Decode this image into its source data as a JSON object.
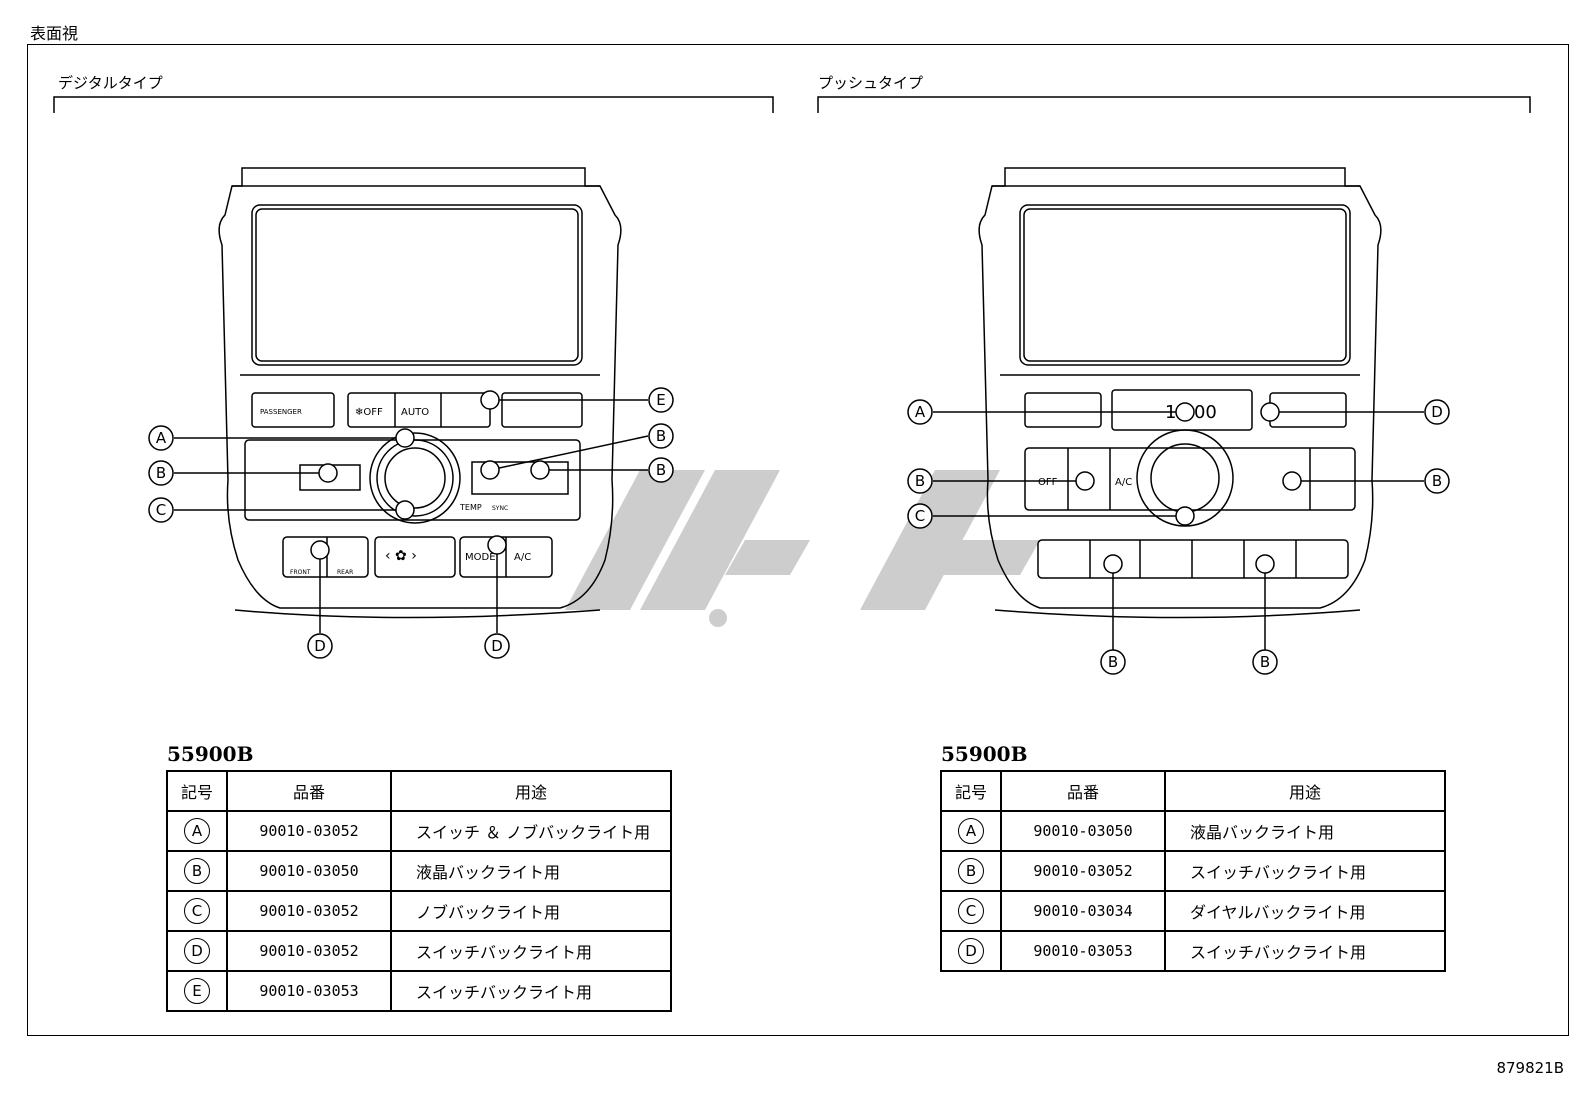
{
  "header": {
    "view_label": "表面視"
  },
  "sections": {
    "digital": {
      "title": "デジタルタイプ"
    },
    "push": {
      "title": "プッシュタイプ"
    }
  },
  "digital_panel": {
    "buttons": {
      "passenger": "PASSENGER",
      "fan_off": "❄OFF",
      "auto": "AUTO",
      "mode": "MODE",
      "ac": "A/C",
      "front": "FRONT",
      "rear": "REAR",
      "temp": "TEMP",
      "sync": "SYNC"
    },
    "callouts": [
      "A",
      "B",
      "C",
      "E",
      "B",
      "B",
      "D",
      "D"
    ]
  },
  "push_panel": {
    "buttons": {
      "off": "OFF",
      "ac": "A/C"
    },
    "display_text": "12:00",
    "callouts": [
      "A",
      "B",
      "C",
      "D",
      "B",
      "B",
      "B"
    ]
  },
  "tables": [
    {
      "part_label": "55900B",
      "headers": [
        "記号",
        "品番",
        "用途"
      ],
      "rows": [
        {
          "symbol": "A",
          "part_number": "90010-03052",
          "use": "スイッチ ＆ ノブバックライト用"
        },
        {
          "symbol": "B",
          "part_number": "90010-03050",
          "use": "液晶バックライト用"
        },
        {
          "symbol": "C",
          "part_number": "90010-03052",
          "use": "ノブバックライト用"
        },
        {
          "symbol": "D",
          "part_number": "90010-03052",
          "use": "スイッチバックライト用"
        },
        {
          "symbol": "E",
          "part_number": "90010-03053",
          "use": "スイッチバックライト用"
        }
      ]
    },
    {
      "part_label": "55900B",
      "headers": [
        "記号",
        "品番",
        "用途"
      ],
      "rows": [
        {
          "symbol": "A",
          "part_number": "90010-03050",
          "use": "液晶バックライト用"
        },
        {
          "symbol": "B",
          "part_number": "90010-03052",
          "use": "スイッチバックライト用"
        },
        {
          "symbol": "C",
          "part_number": "90010-03034",
          "use": "ダイヤルバックライト用"
        },
        {
          "symbol": "D",
          "part_number": "90010-03053",
          "use": "スイッチバックライト用"
        }
      ]
    }
  ],
  "footer": {
    "ref_code": "879821B"
  },
  "colors": {
    "line": "#000000",
    "watermark": "#c8c8c8",
    "background": "#ffffff"
  }
}
